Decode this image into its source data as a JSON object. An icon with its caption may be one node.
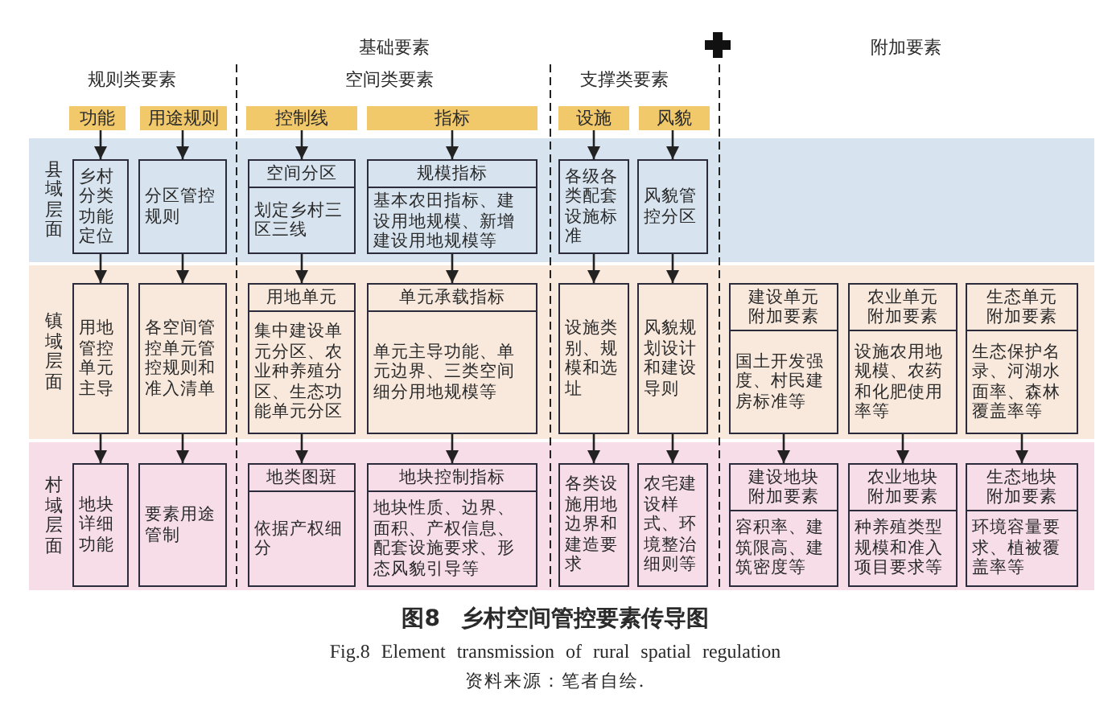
{
  "diagram": {
    "caption": "图8 乡村空间管控要素传导图",
    "nodes": [
      {
        "text": [
          "功能"
        ]
      },
      {
        "text": [
          "用途规则"
        ]
      },
      {
        "text": [
          "控制线"
        ]
      },
      {
        "text": [
          "指标"
        ]
      },
      {
        "text": [
          "设施"
        ]
      },
      {
        "text": [
          "风貌"
        ]
      },
      {
        "text": [
          "县域层面"
        ]
      },
      {
        "text": [
          "乡村分类功能定位"
        ],
        "in": 6
      },
      {
        "text": [
          "分区管控规则"
        ],
        "in": 6
      },
      {
        "text": [
          "空间分区",
          "划定乡村三区三线"
        ],
        "in": 6
      },
      {
        "text": [
          "规模指标",
          "基本农田指标、建设用地规模、新增建设用地规模等"
        ],
        "in": 6
      },
      {
        "text": [
          "各级各类配套设施标准"
        ],
        "in": 6
      },
      {
        "text": [
          "风貌管控分区"
        ],
        "in": 6
      },
      {
        "text": [
          "镇域层面"
        ]
      },
      {
        "text": [
          "用地管控单元主导"
        ],
        "in": 13
      },
      {
        "text": [
          "各空间管控单元管控规则和准入清单"
        ],
        "in": 13
      },
      {
        "text": [
          "用地单元",
          "集中建设单元分区、农业种养殖分区、生态功能单元分区"
        ],
        "in": 13
      },
      {
        "text": [
          "单元承载指标",
          "单元主导功能、单元边界、三类空间细分用地规模等"
        ],
        "in": 13
      },
      {
        "text": [
          "设施类别、规模和选址"
        ],
        "in": 13
      },
      {
        "text": [
          "风貌规划设计和建设导则"
        ],
        "in": 13
      },
      {
        "text": [
          "建设单元附加要素",
          "国土开发强度、村民建房标准等"
        ],
        "in": 13
      },
      {
        "text": [
          "农业单元附加要素",
          "设施农用地规模、农药和化肥使用率等"
        ],
        "in": 13
      },
      {
        "text": [
          "生态单元附加要素",
          "生态保护名录、河湖水面率、森林覆盖率等"
        ],
        "in": 13
      },
      {
        "text": [
          "村域层面"
        ]
      },
      {
        "text": [
          "地块详细功能"
        ],
        "in": 23
      },
      {
        "text": [
          "要素用途管制"
        ],
        "in": 23
      },
      {
        "text": [
          "地类图斑",
          "依据产权细分"
        ],
        "in": 23
      },
      {
        "text": [
          "地块控制指标",
          "地块性质、边界、面积、产权信息、配套设施要求、形态风貌引导等"
        ],
        "in": 23
      },
      {
        "text": [
          "各类设施用地边界和建造要求"
        ],
        "in": 23
      },
      {
        "text": [
          "农宅建设样式、环境整治细则等"
        ],
        "in": 23
      },
      {
        "text": [
          "建设地块附加要素",
          "容积率、建筑限高、建筑密度等"
        ],
        "in": 23
      },
      {
        "text": [
          "农业地块附加要素",
          "种养殖类型规模和准入项目要求等"
        ],
        "in": 23
      },
      {
        "text": [
          "生态地块附加要素",
          "环境容量要求、植被覆盖率等"
        ],
        "in": 23
      }
    ],
    "edges": [
      {
        "from": 0,
        "to": 7,
        "arrow": "to"
      },
      {
        "from": 1,
        "to": 8,
        "arrow": "to"
      },
      {
        "from": 2,
        "to": 9,
        "arrow": "to"
      },
      {
        "from": 3,
        "to": 10,
        "arrow": "to"
      },
      {
        "from": 4,
        "to": 11,
        "arrow": "to"
      },
      {
        "from": 5,
        "to": 12,
        "arrow": "to"
      },
      {
        "from": 7,
        "to": 14,
        "arrow": "to"
      },
      {
        "from": 8,
        "to": 15,
        "arrow": "to"
      },
      {
        "from": 9,
        "to": 16,
        "arrow": "to"
      },
      {
        "from": 10,
        "to": 17,
        "arrow": "to"
      },
      {
        "from": 11,
        "to": 18,
        "arrow": "to"
      },
      {
        "from": 12,
        "to": 19,
        "arrow": "to"
      },
      {
        "from": 14,
        "to": 24,
        "arrow": "to"
      },
      {
        "from": 15,
        "to": 25,
        "arrow": "to"
      },
      {
        "from": 16,
        "to": 26,
        "arrow": "to"
      },
      {
        "from": 17,
        "to": 27,
        "arrow": "to"
      },
      {
        "from": 18,
        "to": 28,
        "arrow": "to"
      },
      {
        "from": 19,
        "to": 29,
        "arrow": "to"
      },
      {
        "from": 20,
        "to": 30,
        "arrow": "to"
      },
      {
        "from": 21,
        "to": 31,
        "arrow": "to"
      },
      {
        "from": 22,
        "to": 32,
        "arrow": "to"
      }
    ],
    "labels": [
      "基础要素",
      "附加要素",
      "规则类要素",
      "空间类要素",
      "支撑类要素",
      "Fig.8 Element transmission of rural spatial regulation",
      "资料来源：笔者自绘."
    ]
  }
}
